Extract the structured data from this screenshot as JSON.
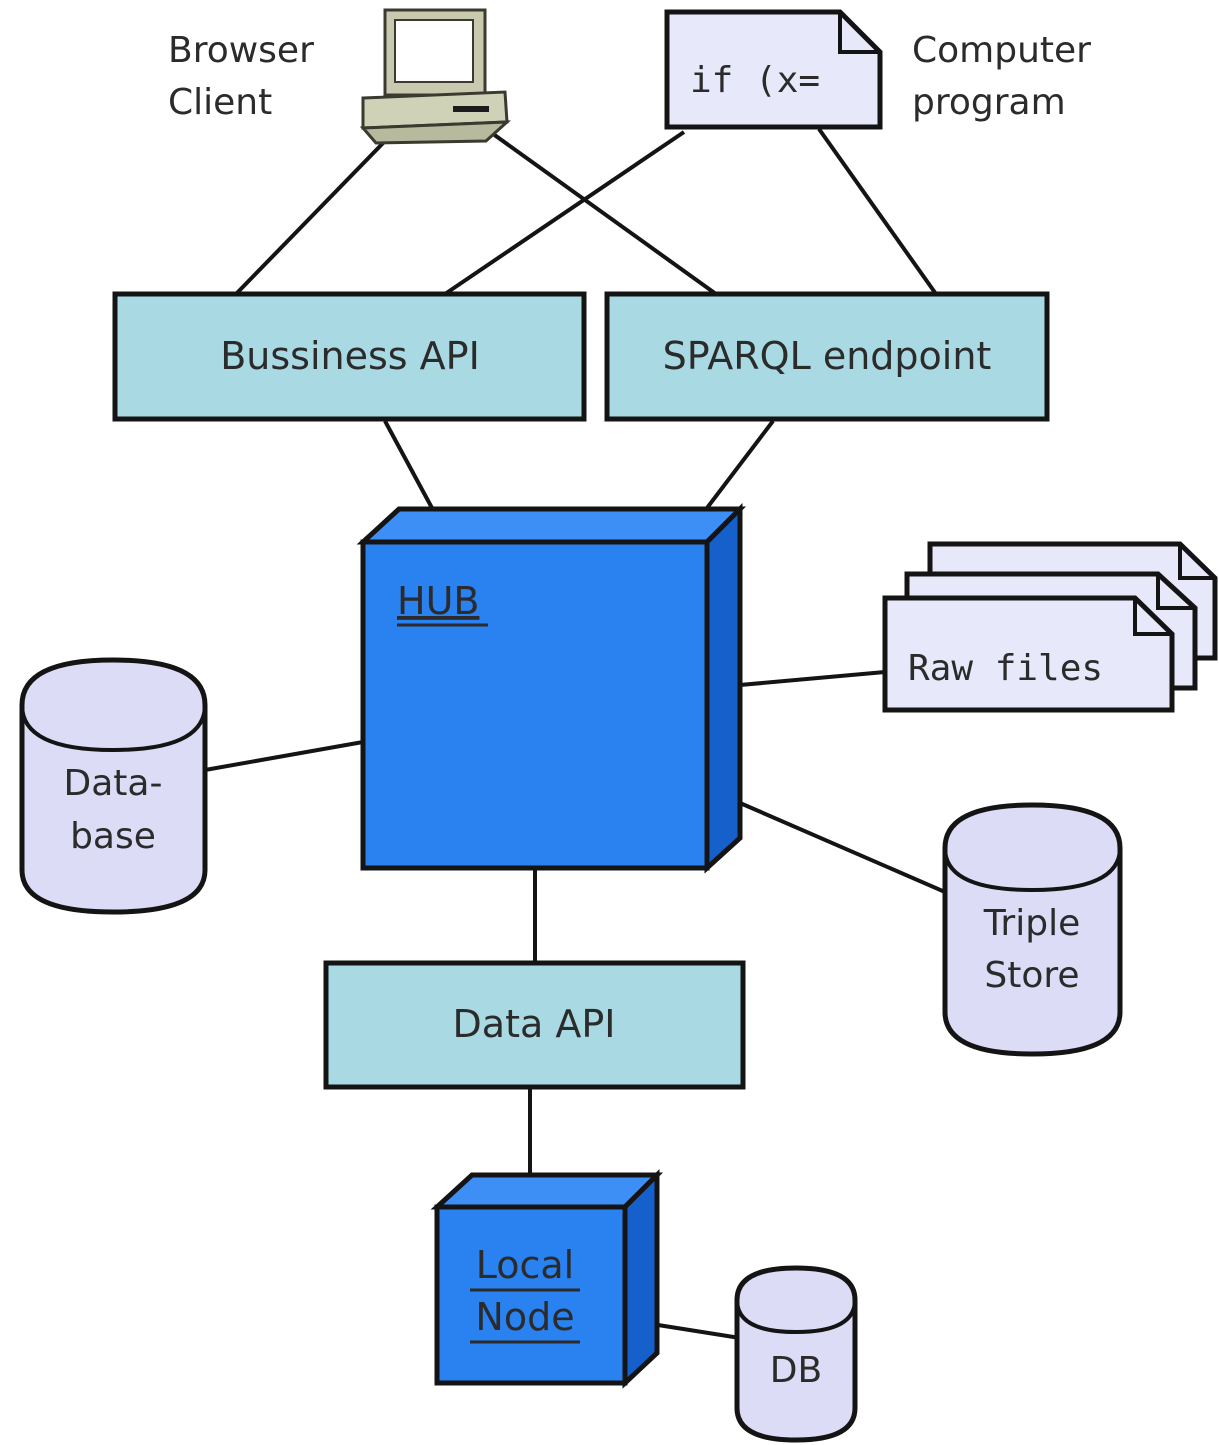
{
  "nodes": {
    "browser_client": {
      "line1": "Browser",
      "line2": "Client"
    },
    "computer_program": {
      "code": "if (x=",
      "line1": "Computer",
      "line2": "program"
    },
    "business_api": {
      "label": "Bussiness API"
    },
    "sparql_endpoint": {
      "label": "SPARQL endpoint"
    },
    "hub": {
      "label": "HUB"
    },
    "raw_files": {
      "label": "Raw files"
    },
    "database": {
      "line1": "Data-",
      "line2": "base"
    },
    "triple_store": {
      "line1": "Triple",
      "line2": "Store"
    },
    "data_api": {
      "label": "Data API"
    },
    "local_node": {
      "line1": "Local",
      "line2": "Node"
    },
    "db": {
      "label": "DB"
    }
  },
  "colors": {
    "api_box": "#a9dae3",
    "node_front": "#2a82f0",
    "node_side": "#1660cc",
    "node_top": "#3d8ff5",
    "storage": "#dcdcf6",
    "computer_body": "#d0d2b8",
    "line": "#141414"
  }
}
